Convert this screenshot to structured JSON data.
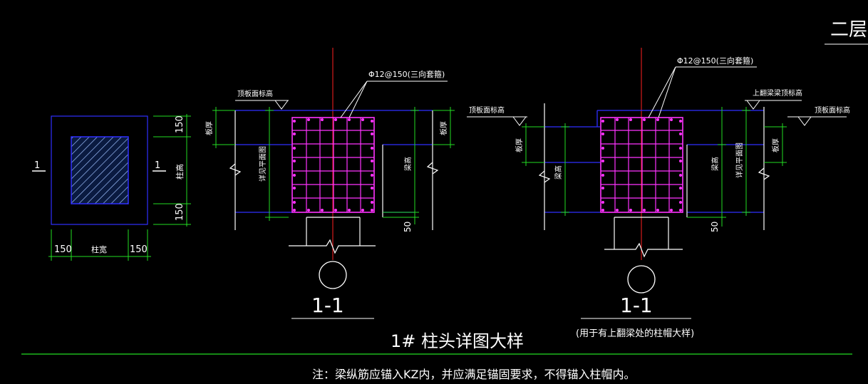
{
  "sheet_title": "二层梁",
  "main_title": "1# 柱头详图大样",
  "note": "注：梁纵筋应锚入KZ内，并应满足锚固要求，不得锚入柱帽内。",
  "colors": {
    "background": "#000000",
    "line": "#ffffff",
    "beam": "#2f2fff",
    "dimension": "#22dd22",
    "rebar": "#ff33ff",
    "axis": "#ff2020"
  },
  "plan": {
    "section_mark_left": "1",
    "section_mark_right": "1",
    "dim_top": "150",
    "dim_mid": "柱高",
    "dim_bottom": "150",
    "dim_left": "150",
    "dim_center": "柱宽",
    "dim_right": "150"
  },
  "section_a": {
    "rebar_label": "Φ12@150(三向套箍)",
    "level_label": "顶板面标高",
    "slab_left": "板厚",
    "slab_right": "板厚",
    "height_left": "详见平面图",
    "height_right": "梁高",
    "dim_50": "50",
    "section_name": "1-1"
  },
  "section_b": {
    "rebar_label": "Φ12@150(三向套箍)",
    "level_left": "顶板面标高",
    "level_upper": "上翻梁梁顶标高",
    "level_right": "顶板面标高",
    "slab_left": "板厚",
    "slab_right": "板厚",
    "height_left": "梁高",
    "height_mid": "梁高",
    "height_right": "详见平面图",
    "dim_50": "50",
    "section_name": "1-1",
    "caption": "(用于有上翻梁处的柱帽大样)"
  }
}
